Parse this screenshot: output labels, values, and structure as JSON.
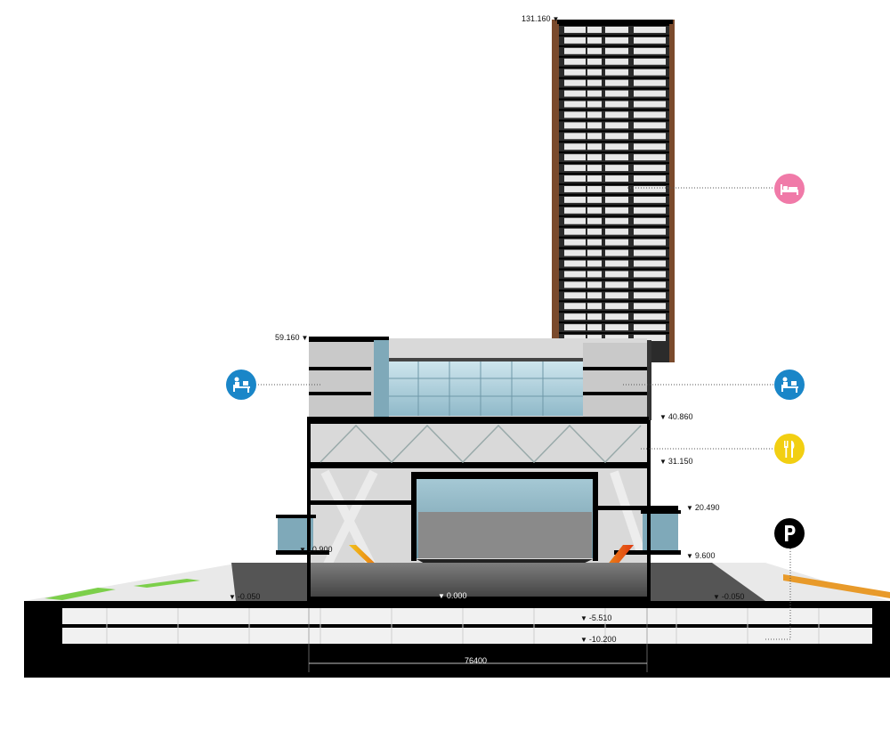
{
  "levels": {
    "top": "131.160",
    "podium_top": "59.160",
    "l40": "40.860",
    "l31": "31.150",
    "l20": "20.490",
    "l10": "10.900",
    "l9": "9.600",
    "ground_left": "-0.050",
    "ground_mid": "0.000",
    "ground_right": "-0.050",
    "basement1": "-5.510",
    "basement2": "-10.200"
  },
  "dimension": "76400",
  "icons": [
    {
      "name": "hotel-bed-icon",
      "color": "#f07aa8"
    },
    {
      "name": "office-desk-icon-left",
      "color": "#1a86c8"
    },
    {
      "name": "office-desk-icon-right",
      "color": "#1a86c8"
    },
    {
      "name": "restaurant-icon",
      "color": "#f2cf12"
    },
    {
      "name": "parking-icon",
      "color": "#000000"
    }
  ]
}
